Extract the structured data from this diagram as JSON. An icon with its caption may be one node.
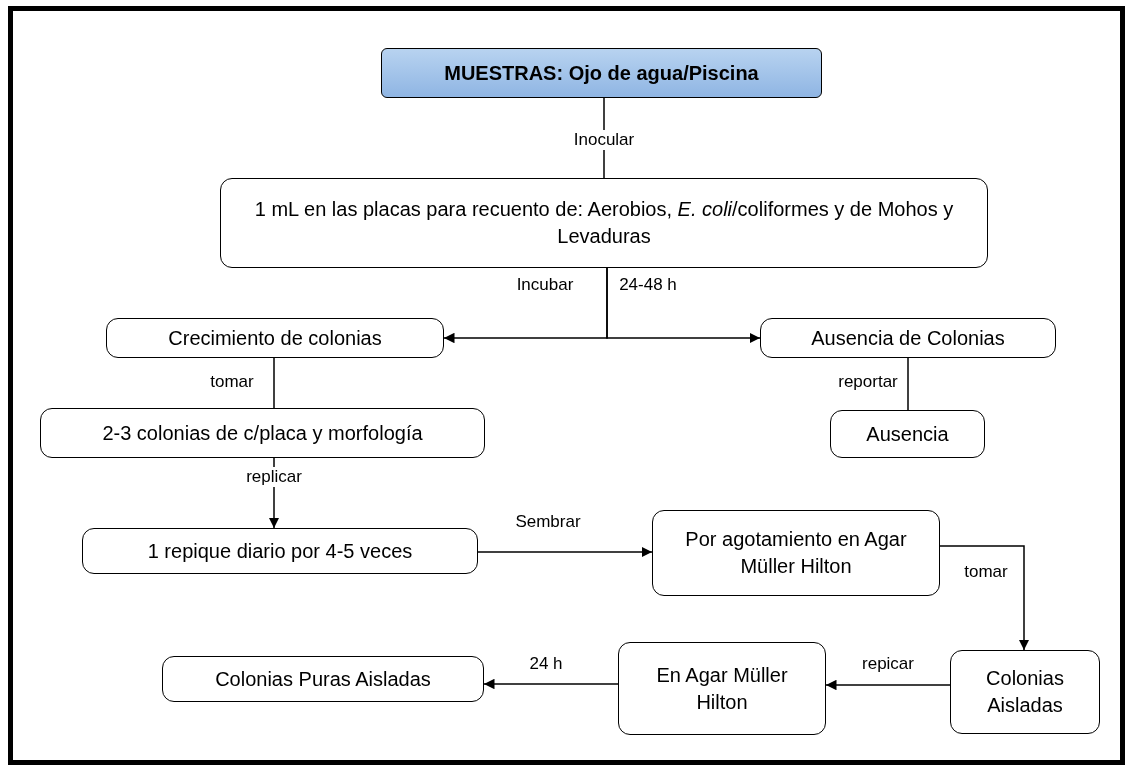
{
  "diagram": {
    "nodes": [
      {
        "text": [
          "MUESTRAS: Ojo de agua/Piscina"
        ]
      },
      {
        "text": [
          "1 mL en las placas para recuento de: Aerobios, *E. coli*/coliformes y de Mohos y Levaduras"
        ]
      },
      {
        "text": [
          "Crecimiento de colonias"
        ]
      },
      {
        "text": [
          "Ausencia de Colonias"
        ]
      },
      {
        "text": [
          "2-3 colonias de c/placa y morfología"
        ]
      },
      {
        "text": [
          "Ausencia"
        ]
      },
      {
        "text": [
          "1 repique diario por 4-5 veces"
        ]
      },
      {
        "text": [
          "Por agotamiento en Agar Müller Hilton"
        ]
      },
      {
        "text": [
          "Colonias Aisladas"
        ]
      },
      {
        "text": [
          "En Agar Müller Hilton"
        ]
      },
      {
        "text": [
          "Colonias Puras Aisladas"
        ]
      }
    ],
    "edges": [
      {
        "from": 0,
        "to": 1,
        "arrow": "none",
        "label": "Inocular"
      },
      {
        "from": 1,
        "to": 2,
        "arrow": "to",
        "label": "Incubar"
      },
      {
        "from": 1,
        "to": 3,
        "arrow": "to",
        "label": "24-48 h"
      },
      {
        "from": 2,
        "to": 4,
        "arrow": "none",
        "label": "tomar"
      },
      {
        "from": 3,
        "to": 5,
        "arrow": "none",
        "label": "reportar"
      },
      {
        "from": 4,
        "to": 6,
        "arrow": "to",
        "label": "replicar"
      },
      {
        "from": 6,
        "to": 7,
        "arrow": "to",
        "label": "Sembrar"
      },
      {
        "from": 7,
        "to": 8,
        "arrow": "to",
        "label": "tomar"
      },
      {
        "from": 8,
        "to": 9,
        "arrow": "to",
        "label": "repicar"
      },
      {
        "from": 9,
        "to": 10,
        "arrow": "to",
        "label": "24 h"
      }
    ]
  }
}
